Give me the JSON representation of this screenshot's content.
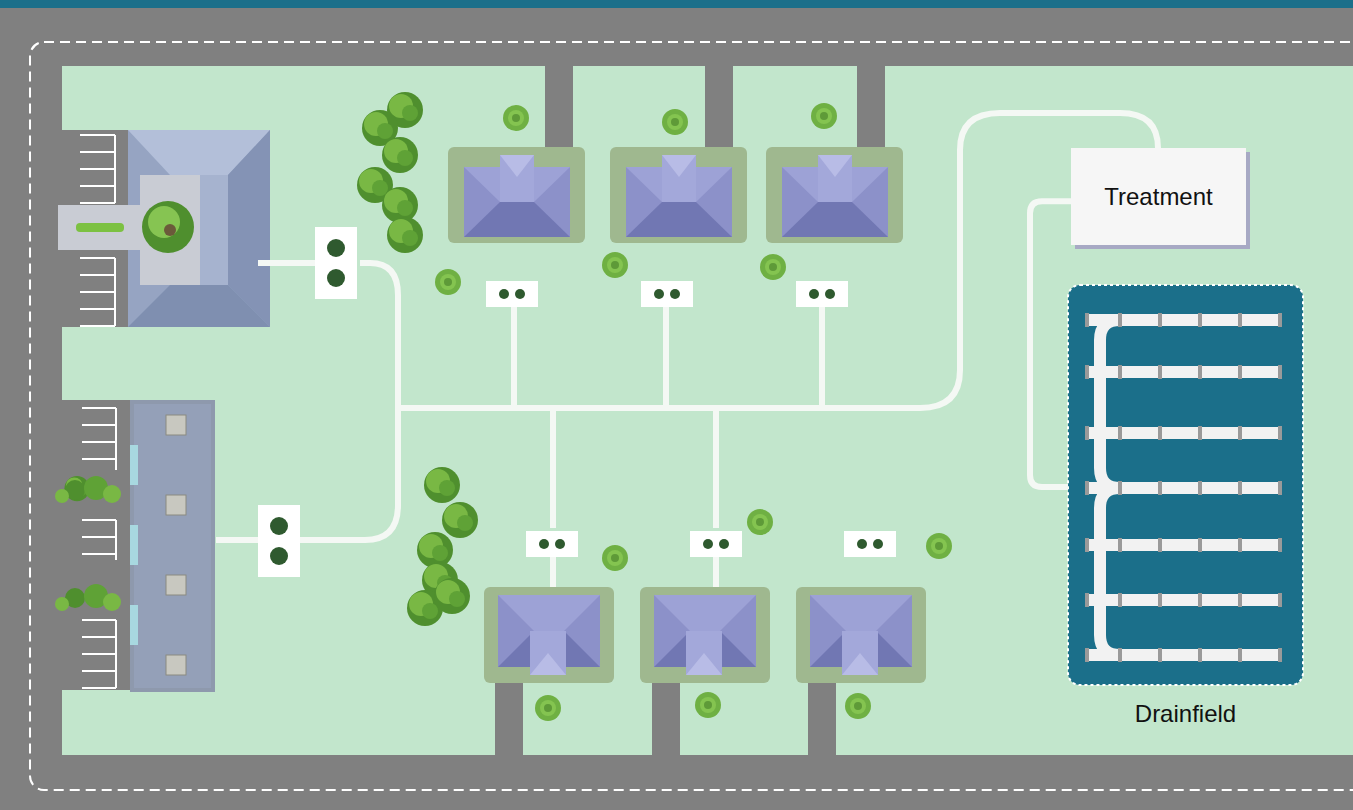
{
  "diagram": {
    "nodes": [
      {
        "text": [
          "Treatment"
        ]
      },
      {
        "text": [
          "Drainfield"
        ]
      }
    ],
    "edges": [
      {
        "from": 0,
        "to": 1,
        "arrow": "none"
      }
    ]
  }
}
